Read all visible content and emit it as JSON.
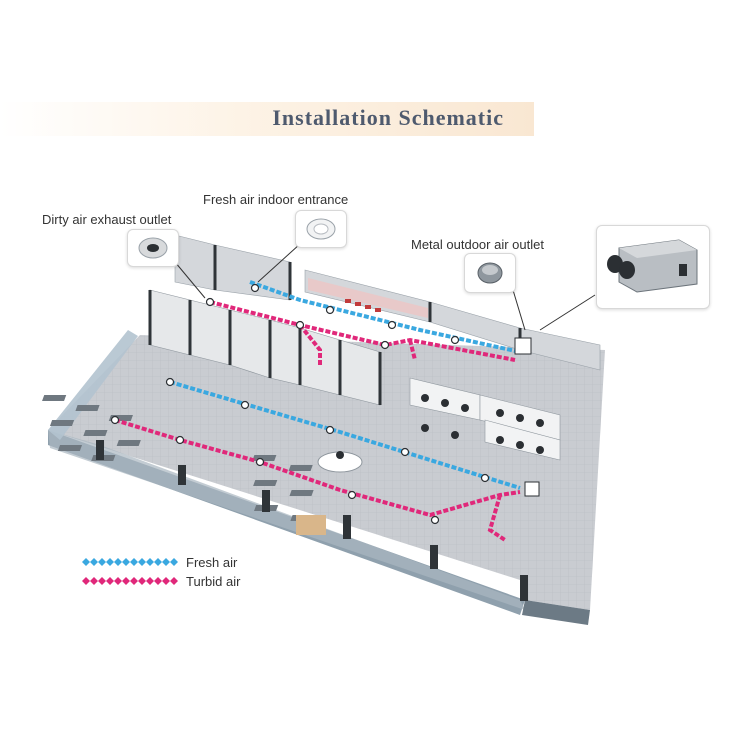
{
  "title": "Installation Schematic",
  "labels": {
    "dirty_air": "Dirty air exhaust outlet",
    "fresh_indoor": "Fresh air indoor entrance",
    "metal_outdoor": "Metal outdoor air outlet"
  },
  "legend": {
    "fresh": "Fresh air",
    "turbid": "Turbid air"
  },
  "colors": {
    "fresh": "#3aa8e0",
    "turbid": "#e0287a"
  }
}
